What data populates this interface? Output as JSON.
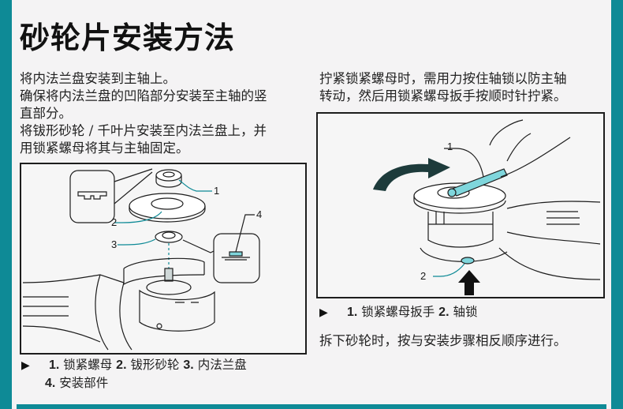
{
  "colors": {
    "accent": "#0e8a96",
    "highlight": "#7fd6dc",
    "ink": "#1d1d1d"
  },
  "title": "砂轮片安装方法",
  "left_text": [
    "将内法兰盘安装到主轴上。",
    "确保将内法兰盘的凹陷部分安装至主轴的竖",
    "直部分。",
    "将钹形砂轮 / 千叶片安装至内法兰盘上，并",
    "用锁紧螺母将其与主轴固定。"
  ],
  "right_text": [
    "拧紧锁紧螺母时，需用力按住轴锁以防主轴",
    "转动，然后用锁紧螺母扳手按顺时针拧紧。"
  ],
  "figure_left": {
    "callouts": [
      "1",
      "2",
      "3",
      "4"
    ],
    "caption_icon": "triangle-right-icon",
    "caption": [
      {
        "num": "1.",
        "text": "锁紧螺母"
      },
      {
        "num": "2.",
        "text": "钹形砂轮"
      },
      {
        "num": "3.",
        "text": "内法兰盘"
      },
      {
        "num": "4.",
        "text": "安装部件"
      }
    ]
  },
  "figure_right": {
    "callouts": [
      "1",
      "2"
    ],
    "caption_icon": "triangle-right-icon",
    "caption": [
      {
        "num": "1.",
        "text": "锁紧螺母扳手"
      },
      {
        "num": "2.",
        "text": "轴锁"
      }
    ]
  },
  "removal_note": "拆下砂轮时，按与安装步骤相反顺序进行。"
}
